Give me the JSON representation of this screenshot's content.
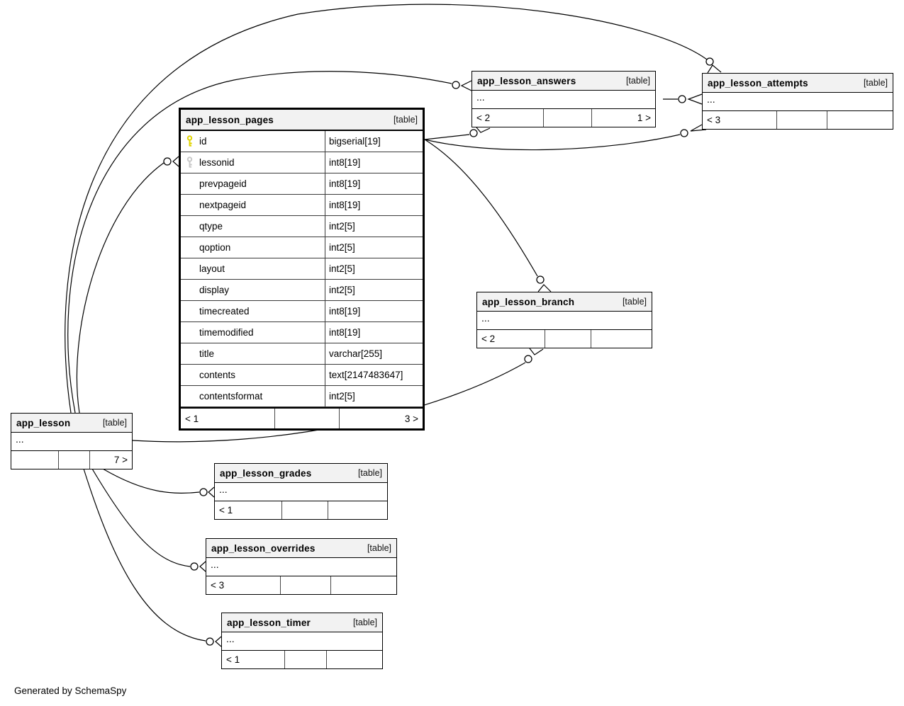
{
  "page": {
    "credit": "Generated by SchemaSpy"
  },
  "tables": {
    "pages": {
      "name": "app_lesson_pages",
      "tag": "[table]",
      "columns": [
        {
          "name": "id",
          "type": "bigserial[19]",
          "key": "primary"
        },
        {
          "name": "lessonid",
          "type": "int8[19]",
          "key": "foreign"
        },
        {
          "name": "prevpageid",
          "type": "int8[19]",
          "key": ""
        },
        {
          "name": "nextpageid",
          "type": "int8[19]",
          "key": ""
        },
        {
          "name": "qtype",
          "type": "int2[5]",
          "key": ""
        },
        {
          "name": "qoption",
          "type": "int2[5]",
          "key": ""
        },
        {
          "name": "layout",
          "type": "int2[5]",
          "key": ""
        },
        {
          "name": "display",
          "type": "int2[5]",
          "key": ""
        },
        {
          "name": "timecreated",
          "type": "int8[19]",
          "key": ""
        },
        {
          "name": "timemodified",
          "type": "int8[19]",
          "key": ""
        },
        {
          "name": "title",
          "type": "varchar[255]",
          "key": ""
        },
        {
          "name": "contents",
          "type": "text[2147483647]",
          "key": ""
        },
        {
          "name": "contentsformat",
          "type": "int2[5]",
          "key": ""
        }
      ],
      "footer": {
        "left": "< 1",
        "mid": "",
        "right": "3 >"
      }
    },
    "answers": {
      "name": "app_lesson_answers",
      "tag": "[table]",
      "ellipsis": "...",
      "footer": {
        "left": "< 2",
        "mid": "",
        "right": "1 >"
      }
    },
    "attempts": {
      "name": "app_lesson_attempts",
      "tag": "[table]",
      "ellipsis": "...",
      "footer": {
        "left": "< 3",
        "mid": "",
        "right": ""
      }
    },
    "branch": {
      "name": "app_lesson_branch",
      "tag": "[table]",
      "ellipsis": "...",
      "footer": {
        "left": "< 2",
        "mid": "",
        "right": ""
      }
    },
    "lesson": {
      "name": "app_lesson",
      "tag": "[table]",
      "ellipsis": "...",
      "footer": {
        "left": "",
        "mid": "",
        "right": "7 >"
      }
    },
    "grades": {
      "name": "app_lesson_grades",
      "tag": "[table]",
      "ellipsis": "...",
      "footer": {
        "left": "< 1",
        "mid": "",
        "right": ""
      }
    },
    "overrides": {
      "name": "app_lesson_overrides",
      "tag": "[table]",
      "ellipsis": "...",
      "footer": {
        "left": "< 3",
        "mid": "",
        "right": ""
      }
    },
    "timer": {
      "name": "app_lesson_timer",
      "tag": "[table]",
      "ellipsis": "...",
      "footer": {
        "left": "< 1",
        "mid": "",
        "right": ""
      }
    }
  },
  "icons": {
    "primary_key_color": "#e0d400",
    "foreign_key_color": "#c9c9c9"
  },
  "relationships": [
    {
      "from": "app_lesson_pages.id",
      "to": "app_lesson_answers"
    },
    {
      "from": "app_lesson_pages.id",
      "to": "app_lesson_attempts"
    },
    {
      "from": "app_lesson_pages.id",
      "to": "app_lesson_branch"
    },
    {
      "from": "app_lesson_answers",
      "to": "app_lesson_attempts"
    },
    {
      "from": "app_lesson",
      "to": "app_lesson_pages.lessonid"
    },
    {
      "from": "app_lesson",
      "to": "app_lesson_answers"
    },
    {
      "from": "app_lesson",
      "to": "app_lesson_attempts"
    },
    {
      "from": "app_lesson",
      "to": "app_lesson_branch"
    },
    {
      "from": "app_lesson",
      "to": "app_lesson_grades"
    },
    {
      "from": "app_lesson",
      "to": "app_lesson_overrides"
    },
    {
      "from": "app_lesson",
      "to": "app_lesson_timer"
    }
  ]
}
